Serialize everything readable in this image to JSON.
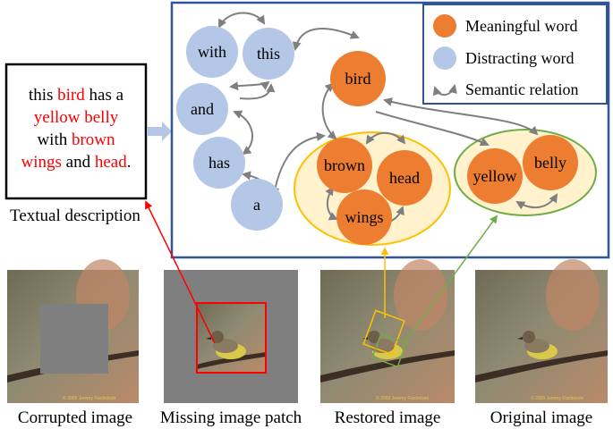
{
  "description": {
    "segments": [
      [
        {
          "t": "this ",
          "hl": false
        },
        {
          "t": "bird",
          "hl": true
        },
        {
          "t": " has a",
          "hl": false
        }
      ],
      [
        {
          "t": "yellow belly",
          "hl": true
        }
      ],
      [
        {
          "t": "with ",
          "hl": false
        },
        {
          "t": "brown",
          "hl": true
        }
      ],
      [
        {
          "t": "wings",
          "hl": true
        },
        {
          "t": " and ",
          "hl": false
        },
        {
          "t": "head",
          "hl": true
        },
        {
          "t": ".",
          "hl": false
        }
      ]
    ],
    "caption": "Textual description"
  },
  "legend": {
    "meaningful": "Meaningful word",
    "distracting": "Distracting word",
    "relation": "Semantic relation"
  },
  "words": {
    "with": "with",
    "this": "this",
    "and": "and",
    "has": "has",
    "a": "a",
    "bird": "bird",
    "brown": "brown",
    "head": "head",
    "wings": "wings",
    "yellow": "yellow",
    "belly": "belly"
  },
  "images": {
    "corrupted": "Corrupted image",
    "missing": "Missing image patch",
    "restored": "Restored image",
    "original": "Original image"
  },
  "watermark": "© 2009 Jeremy Fischelson",
  "colors": {
    "meaningful": "#ed7d31",
    "distracting": "#b4c7e7",
    "highlight": "#ff0000",
    "frame": "#2f5597",
    "group_fill": "#fff2cc",
    "group_brown": "#ffc000",
    "group_yellow": "#70ad47",
    "arrow": "#7f7f7f"
  }
}
